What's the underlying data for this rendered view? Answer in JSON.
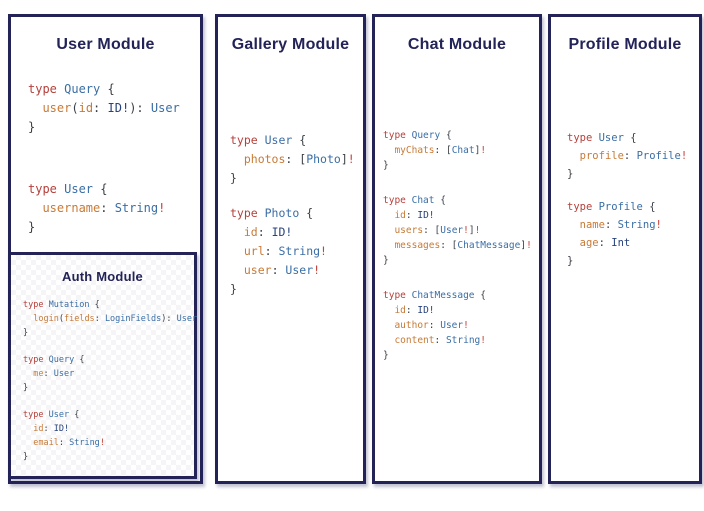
{
  "colors": {
    "border": "#232358",
    "title": "#232358",
    "keyword": "#b5403b",
    "field": "#c87a36",
    "type_name": "#3a6ea5",
    "scalar": "#27427c",
    "punct": "#3a3f45",
    "bang": "#c4423b"
  },
  "panels": [
    {
      "key": "user",
      "title": "User Module",
      "blocks": [
        [
          [
            [
              "type ",
              "kw"
            ],
            [
              "Query ",
              "ty"
            ],
            [
              "{",
              "pu"
            ]
          ],
          [
            [
              "  ",
              "pu"
            ],
            [
              "user",
              "fl"
            ],
            [
              "(",
              "pu"
            ],
            [
              "id",
              "fl"
            ],
            [
              ": ",
              "pu"
            ],
            [
              "ID!",
              "sc"
            ],
            [
              "): ",
              "pu"
            ],
            [
              "User",
              "ty"
            ]
          ],
          [
            [
              "}",
              "pu"
            ]
          ]
        ],
        [
          [
            [
              "type ",
              "kw"
            ],
            [
              "User ",
              "ty"
            ],
            [
              "{",
              "pu"
            ]
          ],
          [
            [
              "  ",
              "pu"
            ],
            [
              "username",
              "fl"
            ],
            [
              ": ",
              "pu"
            ],
            [
              "String",
              "ty"
            ],
            [
              "!",
              "bg"
            ]
          ],
          [
            [
              "}",
              "pu"
            ]
          ]
        ]
      ]
    },
    {
      "key": "auth",
      "title": "Auth Module",
      "blocks": [
        [
          [
            [
              "type ",
              "kw"
            ],
            [
              "Mutation ",
              "ty"
            ],
            [
              "{",
              "pu"
            ]
          ],
          [
            [
              "  ",
              "pu"
            ],
            [
              "login",
              "fl"
            ],
            [
              "(",
              "pu"
            ],
            [
              "fields",
              "fl"
            ],
            [
              ": ",
              "pu"
            ],
            [
              "LoginFields",
              "ty"
            ],
            [
              "): ",
              "pu"
            ],
            [
              "User",
              "ty"
            ]
          ],
          [
            [
              "}",
              "pu"
            ]
          ]
        ],
        [
          [
            [
              "type ",
              "kw"
            ],
            [
              "Query ",
              "ty"
            ],
            [
              "{",
              "pu"
            ]
          ],
          [
            [
              "  ",
              "pu"
            ],
            [
              "me",
              "fl"
            ],
            [
              ": ",
              "pu"
            ],
            [
              "User",
              "ty"
            ]
          ],
          [
            [
              "}",
              "pu"
            ]
          ]
        ],
        [
          [
            [
              "type ",
              "kw"
            ],
            [
              "User ",
              "ty"
            ],
            [
              "{",
              "pu"
            ]
          ],
          [
            [
              "  ",
              "pu"
            ],
            [
              "id",
              "fl"
            ],
            [
              ": ",
              "pu"
            ],
            [
              "ID!",
              "sc"
            ]
          ],
          [
            [
              "  ",
              "pu"
            ],
            [
              "email",
              "fl"
            ],
            [
              ": ",
              "pu"
            ],
            [
              "String",
              "ty"
            ],
            [
              "!",
              "bg"
            ]
          ],
          [
            [
              "}",
              "pu"
            ]
          ]
        ]
      ]
    },
    {
      "key": "gallery",
      "title": "Gallery Module",
      "blocks": [
        [
          [
            [
              "type ",
              "kw"
            ],
            [
              "User ",
              "ty"
            ],
            [
              "{",
              "pu"
            ]
          ],
          [
            [
              "  ",
              "pu"
            ],
            [
              "photos",
              "fl"
            ],
            [
              ": ",
              "pu"
            ],
            [
              "[",
              "pu"
            ],
            [
              "Photo",
              "ty"
            ],
            [
              "]",
              "pu"
            ],
            [
              "!",
              "bg"
            ]
          ],
          [
            [
              "}",
              "pu"
            ]
          ]
        ],
        [
          [
            [
              "type ",
              "kw"
            ],
            [
              "Photo ",
              "ty"
            ],
            [
              "{",
              "pu"
            ]
          ],
          [
            [
              "  ",
              "pu"
            ],
            [
              "id",
              "fl"
            ],
            [
              ": ",
              "pu"
            ],
            [
              "ID!",
              "sc"
            ]
          ],
          [
            [
              "  ",
              "pu"
            ],
            [
              "url",
              "fl"
            ],
            [
              ": ",
              "pu"
            ],
            [
              "String",
              "ty"
            ],
            [
              "!",
              "bg"
            ]
          ],
          [
            [
              "  ",
              "pu"
            ],
            [
              "user",
              "fl"
            ],
            [
              ": ",
              "pu"
            ],
            [
              "User",
              "ty"
            ],
            [
              "!",
              "bg"
            ]
          ],
          [
            [
              "}",
              "pu"
            ]
          ]
        ]
      ]
    },
    {
      "key": "chat",
      "title": "Chat Module",
      "blocks": [
        [
          [
            [
              "type ",
              "kw"
            ],
            [
              "Query ",
              "ty"
            ],
            [
              "{",
              "pu"
            ]
          ],
          [
            [
              "  ",
              "pu"
            ],
            [
              "myChats",
              "fl"
            ],
            [
              ": ",
              "pu"
            ],
            [
              "[",
              "pu"
            ],
            [
              "Chat",
              "ty"
            ],
            [
              "]",
              "pu"
            ],
            [
              "!",
              "bg"
            ]
          ],
          [
            [
              "}",
              "pu"
            ]
          ]
        ],
        [
          [
            [
              "type ",
              "kw"
            ],
            [
              "Chat ",
              "ty"
            ],
            [
              "{",
              "pu"
            ]
          ],
          [
            [
              "  ",
              "pu"
            ],
            [
              "id",
              "fl"
            ],
            [
              ": ",
              "pu"
            ],
            [
              "ID!",
              "sc"
            ]
          ],
          [
            [
              "  ",
              "pu"
            ],
            [
              "users",
              "fl"
            ],
            [
              ": ",
              "pu"
            ],
            [
              "[",
              "pu"
            ],
            [
              "User",
              "ty"
            ],
            [
              "!",
              "bg"
            ],
            [
              "]",
              "pu"
            ],
            [
              "!",
              "bg"
            ]
          ],
          [
            [
              "  ",
              "pu"
            ],
            [
              "messages",
              "fl"
            ],
            [
              ": ",
              "pu"
            ],
            [
              "[",
              "pu"
            ],
            [
              "ChatMessage",
              "ty"
            ],
            [
              "]",
              "pu"
            ],
            [
              "!",
              "bg"
            ]
          ],
          [
            [
              "}",
              "pu"
            ]
          ]
        ],
        [
          [
            [
              "type ",
              "kw"
            ],
            [
              "ChatMessage ",
              "ty"
            ],
            [
              "{",
              "pu"
            ]
          ],
          [
            [
              "  ",
              "pu"
            ],
            [
              "id",
              "fl"
            ],
            [
              ": ",
              "pu"
            ],
            [
              "ID!",
              "sc"
            ]
          ],
          [
            [
              "  ",
              "pu"
            ],
            [
              "author",
              "fl"
            ],
            [
              ": ",
              "pu"
            ],
            [
              "User",
              "ty"
            ],
            [
              "!",
              "bg"
            ]
          ],
          [
            [
              "  ",
              "pu"
            ],
            [
              "content",
              "fl"
            ],
            [
              ": ",
              "pu"
            ],
            [
              "String",
              "ty"
            ],
            [
              "!",
              "bg"
            ]
          ],
          [
            [
              "}",
              "pu"
            ]
          ]
        ]
      ]
    },
    {
      "key": "profile",
      "title": "Profile Module",
      "blocks": [
        [
          [
            [
              "type ",
              "kw"
            ],
            [
              "User ",
              "ty"
            ],
            [
              "{",
              "pu"
            ]
          ],
          [
            [
              "  ",
              "pu"
            ],
            [
              "profile",
              "fl"
            ],
            [
              ": ",
              "pu"
            ],
            [
              "Profile",
              "ty"
            ],
            [
              "!",
              "bg"
            ]
          ],
          [
            [
              "}",
              "pu"
            ]
          ]
        ],
        [
          [
            [
              "type ",
              "kw"
            ],
            [
              "Profile ",
              "ty"
            ],
            [
              "{",
              "pu"
            ]
          ],
          [
            [
              "  ",
              "pu"
            ],
            [
              "name",
              "fl"
            ],
            [
              ": ",
              "pu"
            ],
            [
              "String",
              "ty"
            ],
            [
              "!",
              "bg"
            ]
          ],
          [
            [
              "  ",
              "pu"
            ],
            [
              "age",
              "fl"
            ],
            [
              ": ",
              "pu"
            ],
            [
              "Int",
              "sc"
            ]
          ],
          [
            [
              "}",
              "pu"
            ]
          ]
        ]
      ]
    }
  ]
}
